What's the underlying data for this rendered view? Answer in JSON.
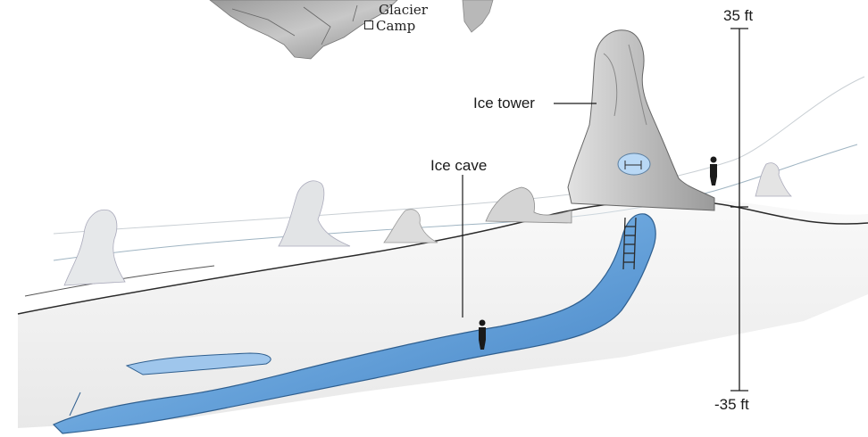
{
  "map": {
    "line1": "Glacier",
    "line2": "Camp",
    "marker_icon": "camp-square-icon"
  },
  "labels": {
    "ice_tower": "Ice tower",
    "ice_cave": "Ice cave"
  },
  "scale": {
    "top": "35 ft",
    "bottom": "-35 ft"
  },
  "colors": {
    "cave_blue": "#5c9ad6",
    "cave_light": "#a9cdf0",
    "snow": "#eeeeee",
    "ink": "#1a1a1a"
  }
}
